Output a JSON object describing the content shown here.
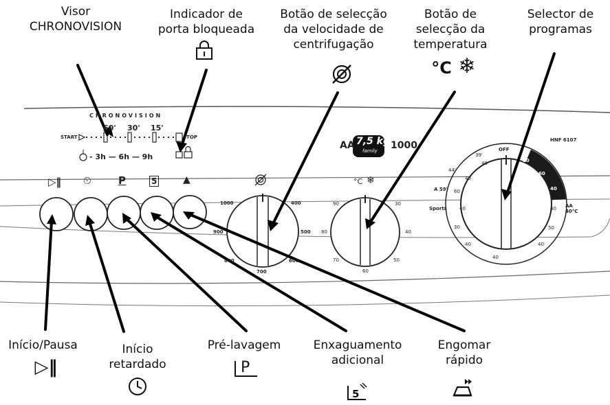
{
  "callouts_top": {
    "visor": [
      "Visor",
      "CHRONOVISION"
    ],
    "porta": [
      "Indicador de",
      "porta bloqueada"
    ],
    "centrifugacao": [
      "Botão de selecção",
      "da velocidade de",
      "centrifugação"
    ],
    "temperatura": [
      "Botão de",
      "selecção da",
      "temperatura"
    ],
    "programas": [
      "Selector de",
      "programas"
    ]
  },
  "callouts_bottom": {
    "inicio_pausa": [
      "Início/Pausa"
    ],
    "inicio_retardado": [
      "Início",
      "retardado"
    ],
    "pre_lavagem": [
      "Pré-lavagem"
    ],
    "enxaguamento": [
      "Enxaguamento",
      "adicional"
    ],
    "engomar": [
      "Engomar",
      "rápido"
    ]
  },
  "icons": {
    "play_pause": "▷‖",
    "clock": "⏲",
    "prewash": "P",
    "rinse_number": "5",
    "iron": "▲",
    "lock": "🔒",
    "celsius": "°C",
    "snowflake": "❄"
  },
  "panel": {
    "chronovision": "CHRONOVISION",
    "start": "START",
    "stop": "STOP",
    "minutes": [
      "60'",
      "30'",
      "15'"
    ],
    "hours": "- 3h — 6h — 9h",
    "brand_aa": "AA",
    "brand_kg": "7,5 kg",
    "brand_family": "family",
    "brand_speed": "1000",
    "model": "HNF 6107",
    "off": "OFF",
    "spin_scale": [
      "1000",
      "400",
      "900",
      "500",
      "800",
      "600",
      "700"
    ],
    "temp_scale": [
      "90",
      "30",
      "80",
      "40",
      "70",
      "50",
      "60"
    ],
    "program_numbers": [
      "39'",
      "44'",
      "40",
      "40",
      "60",
      "40",
      "30",
      "40",
      "90",
      "60",
      "40",
      "40",
      "50",
      "40",
      "40"
    ],
    "sports": "Sports",
    "aa_40": "AA 40°C",
    "r_59": "A 59'"
  },
  "colors": {
    "ink": "#111111",
    "panel_line": "#444444",
    "dark_segment": "#1a1a1a"
  }
}
